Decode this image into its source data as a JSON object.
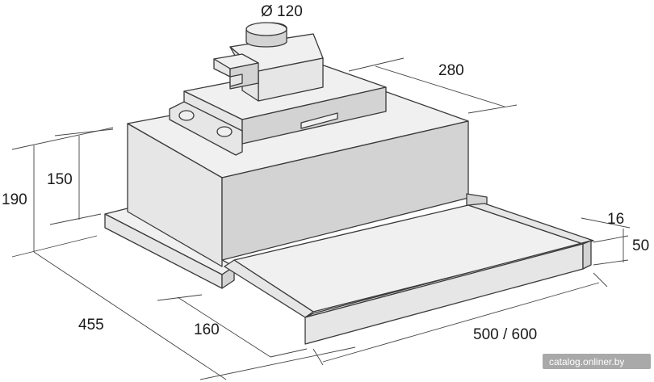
{
  "dimensions": {
    "duct_diameter": "Ø 120",
    "depth_top": "280",
    "total_height": "190",
    "body_height": "150",
    "total_depth": "455",
    "front_depth": "160",
    "width": "500 / 600",
    "panel_thickness": "16",
    "panel_height": "50"
  },
  "watermark": "catalog.onliner.by"
}
